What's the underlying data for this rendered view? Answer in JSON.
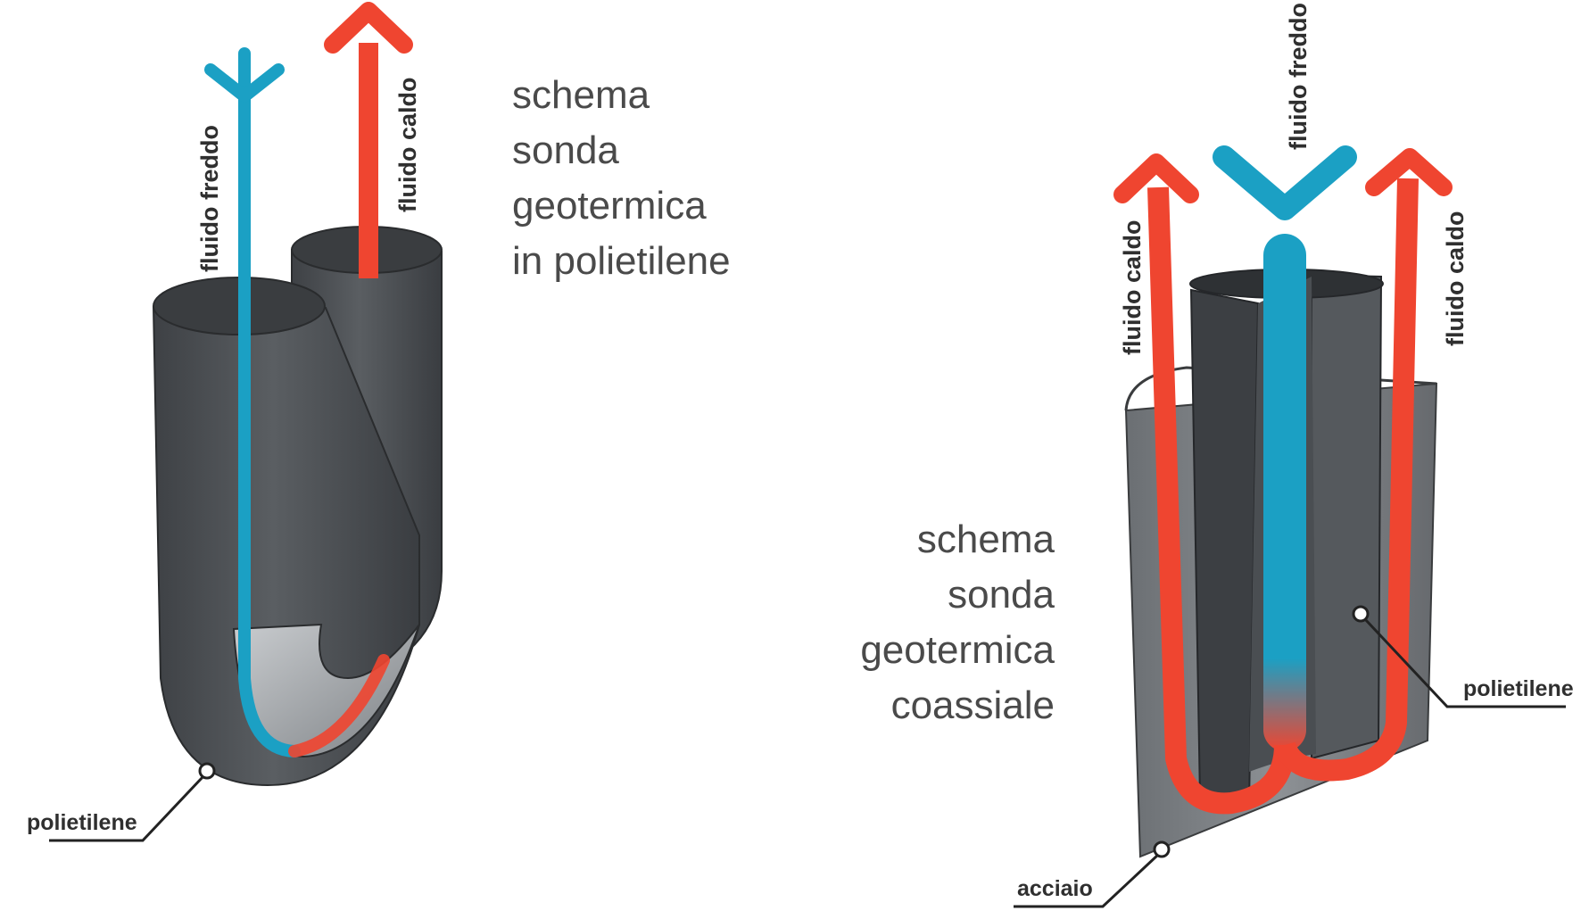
{
  "diagrams": [
    {
      "title_lines": [
        "schema",
        "sonda",
        "geotermica",
        "in polietilene"
      ],
      "cold_label": "fluido freddo",
      "hot_label": "fluido caldo",
      "material_label": "polietilene"
    },
    {
      "title_lines": [
        "schema",
        "sonda",
        "geotermica",
        "coassiale"
      ],
      "cold_label": "fluido freddo",
      "hot_left_label": "fluido caldo",
      "hot_right_label": "fluido caldo",
      "inner_material_label": "polietilene",
      "outer_material_label": "acciaio"
    }
  ],
  "colors": {
    "cold_fluid": "#1ba0c4",
    "hot_fluid": "#ef4530",
    "pipe_dark": "#4f5357",
    "pipe_light": "#9a9ea2",
    "text": "#4a4a4a"
  }
}
